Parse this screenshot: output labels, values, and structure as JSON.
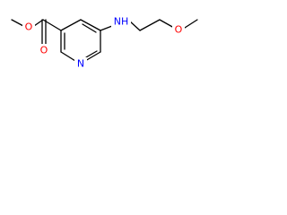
{
  "molecule": {
    "atom_labels": {
      "ester_oxygen": "O",
      "carbonyl_oxygen": "O",
      "amine": "NH",
      "ether_oxygen": "O",
      "ring_nitrogen": "N"
    },
    "colors": {
      "bond": "#000000",
      "oxygen": "#ff0000",
      "nitrogen": "#0000ff"
    }
  }
}
